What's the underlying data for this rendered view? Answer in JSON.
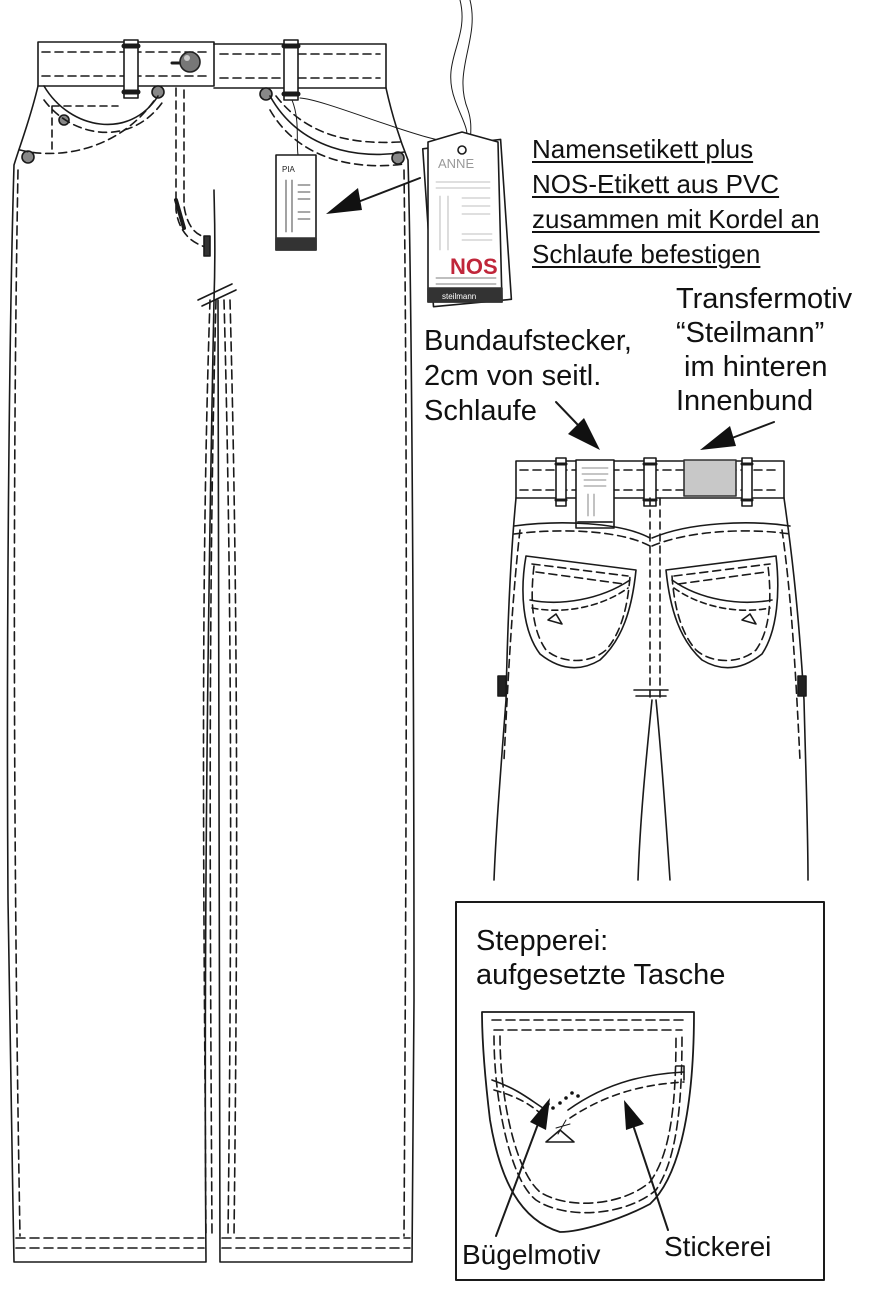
{
  "annotations": {
    "hangtag_instruction": [
      "Namensetikett plus",
      "NOS-Etikett aus PVC",
      "zusammen mit Kordel an",
      "Schlaufe befestigen"
    ],
    "waistband_tag": [
      "Bundaufstecker,",
      "2cm von seitl.",
      "Schlaufe"
    ],
    "transfer_motif": [
      "Transfermotiv",
      "“Steilmann”",
      " im hinteren",
      "Innenbund"
    ]
  },
  "detail_box": {
    "title": [
      "Stepperei:",
      "aufgesetzte Tasche"
    ],
    "label_left": "Bügelmotiv",
    "label_right": "Stickerei"
  },
  "hangtag_large": {
    "brand": "ANNE",
    "badge": "NOS",
    "logo": "steilmann",
    "badge_color": "#c0263a"
  },
  "hangtag_small": {
    "name": "PIA"
  },
  "colors": {
    "line": "#1a1a1a",
    "patch_fill": "#c8c8c8"
  }
}
